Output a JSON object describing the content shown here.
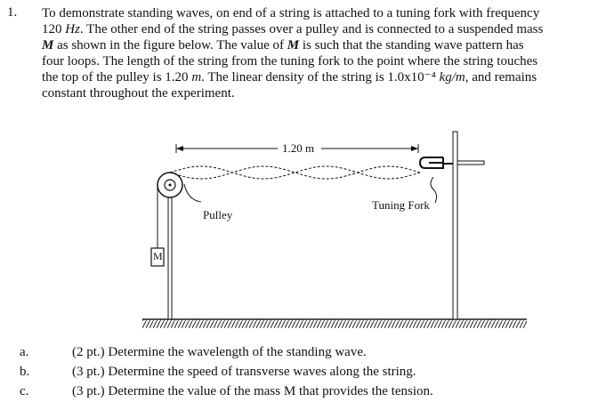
{
  "question": {
    "number": "1.",
    "lines": [
      "To demonstrate standing waves, on end of a string is attached to a tuning fork with frequency",
      "120 Hz.  The other end of the string passes over a pulley and is connected to a suspended mass",
      "M as shown in the figure below.  The value of M is such that the standing wave pattern has",
      "four loops.  The length of the string from the tuning fork to the point where the string touches",
      "the top of the pulley is 1.20 m.  The linear density of the string is 1.0x10⁻⁴ kg/m, and remains",
      "constant throughout the experiment."
    ]
  },
  "figure": {
    "length_label": "1.20 m",
    "pulley_label": "Pulley",
    "fork_label": "Tuning Fork",
    "mass_label": "M",
    "loops": 4
  },
  "parts": [
    {
      "letter": "a.",
      "points": "(2 pt.)",
      "text": "Determine the wavelength of the standing wave."
    },
    {
      "letter": "b.",
      "points": "(3 pt.)",
      "text": "Determine the speed of transverse waves along the string."
    },
    {
      "letter": "c.",
      "points": "(3 pt.)",
      "text": "Determine the value of the mass M that provides the tension."
    }
  ]
}
